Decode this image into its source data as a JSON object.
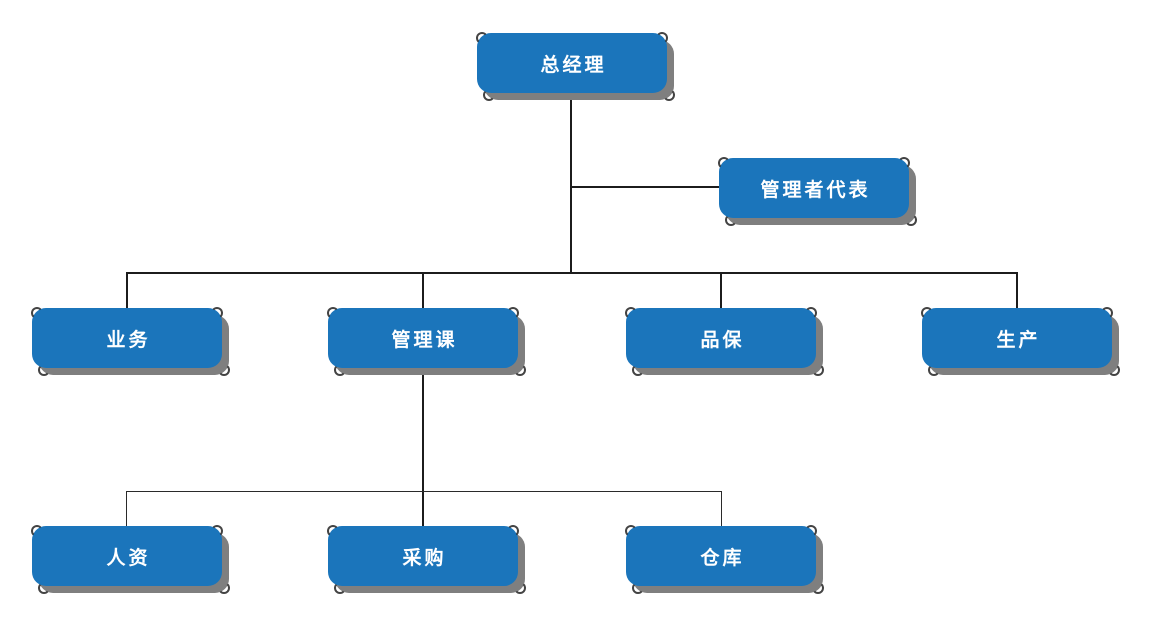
{
  "colors": {
    "node_fill": "#1B75BB",
    "node_shadow": "#7F7F7F",
    "node_text": "#FFFFFF",
    "connector": "#1C1C1C",
    "background": "#FFFFFF"
  },
  "org_chart": {
    "type": "org-chart",
    "nodes": [
      {
        "id": "general-manager",
        "label": "总经理",
        "level": 1
      },
      {
        "id": "management-representative",
        "label": "管理者代表",
        "level": 2
      },
      {
        "id": "sales",
        "label": "业务",
        "level": 3
      },
      {
        "id": "management-section",
        "label": "管理课",
        "level": 3
      },
      {
        "id": "quality-assurance",
        "label": "品保",
        "level": 3
      },
      {
        "id": "production",
        "label": "生产",
        "level": 3
      },
      {
        "id": "human-resources",
        "label": "人资",
        "level": 4
      },
      {
        "id": "purchasing",
        "label": "采购",
        "level": 4
      },
      {
        "id": "warehouse",
        "label": "仓库",
        "level": 4
      }
    ],
    "edges": [
      {
        "from": "总经理",
        "to": "管理者代表"
      },
      {
        "from": "总经理",
        "to": "业务"
      },
      {
        "from": "总经理",
        "to": "管理课"
      },
      {
        "from": "总经理",
        "to": "品保"
      },
      {
        "from": "总经理",
        "to": "生产"
      },
      {
        "from": "管理课",
        "to": "人资"
      },
      {
        "from": "管理课",
        "to": "采购"
      },
      {
        "from": "管理课",
        "to": "仓库"
      }
    ]
  }
}
